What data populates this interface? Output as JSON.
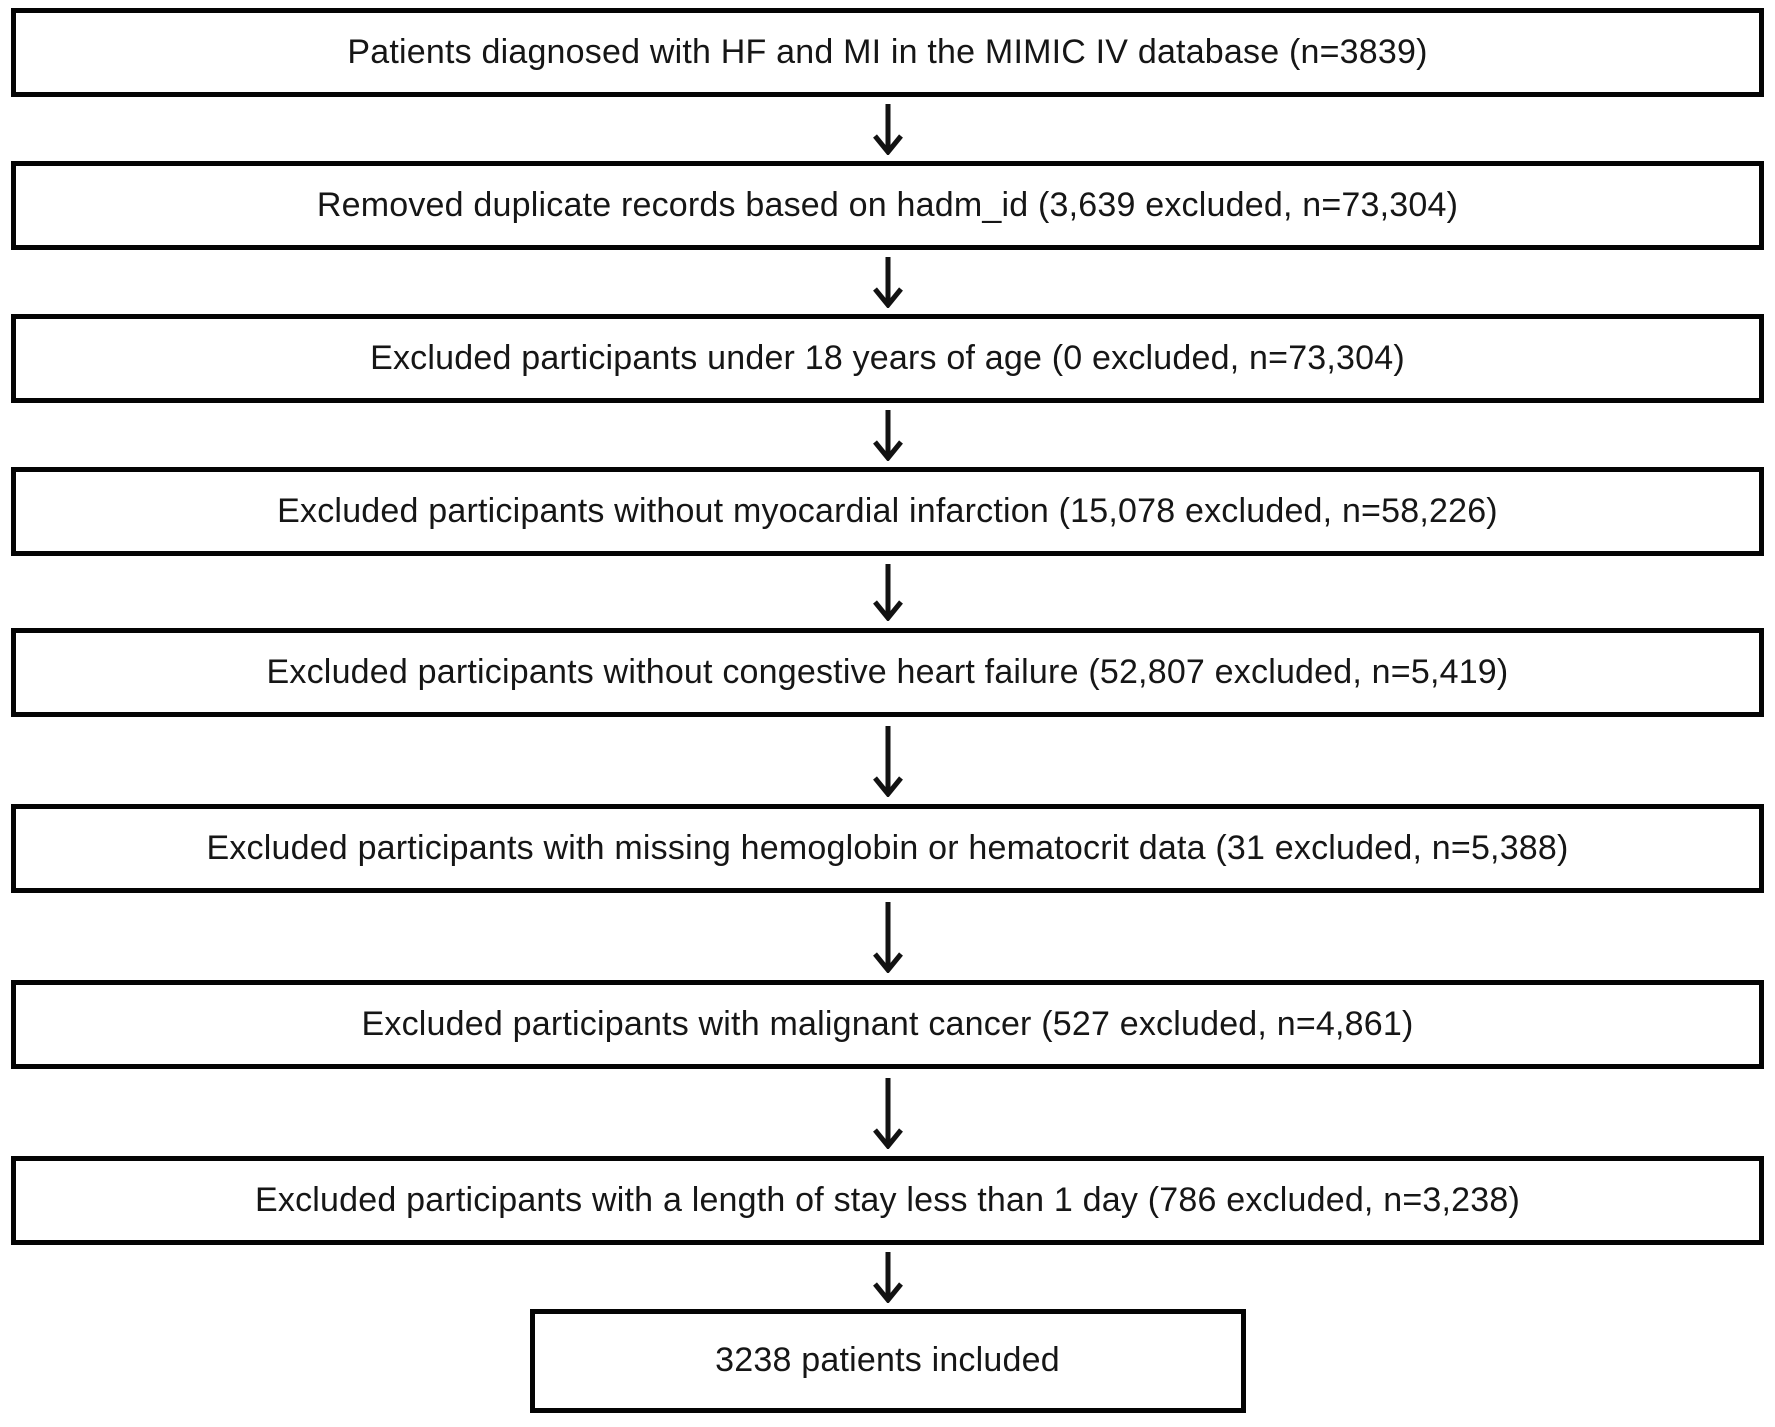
{
  "diagram": {
    "type": "flowchart",
    "boxes": [
      "Patients diagnosed with HF and MI in the MIMIC IV database (n=3839)",
      "Removed duplicate records based on hadm_id (3,639 excluded, n=73,304)",
      "Excluded participants under 18 years of age (0 excluded, n=73,304)",
      "Excluded participants without myocardial infarction (15,078 excluded, n=58,226)",
      "Excluded participants without congestive heart failure (52,807 excluded, n=5,419)",
      "Excluded participants with missing hemoglobin or hematocrit data (31 excluded, n=5,388)",
      "Excluded participants with malignant cancer (527 excluded, n=4,861)",
      "Excluded participants with a length of stay less than 1 day (786 excluded, n=3,238)",
      "3238 patients included"
    ],
    "colors": {
      "border": "#000000",
      "text": "#1a1a1a",
      "background": "#ffffff"
    }
  }
}
